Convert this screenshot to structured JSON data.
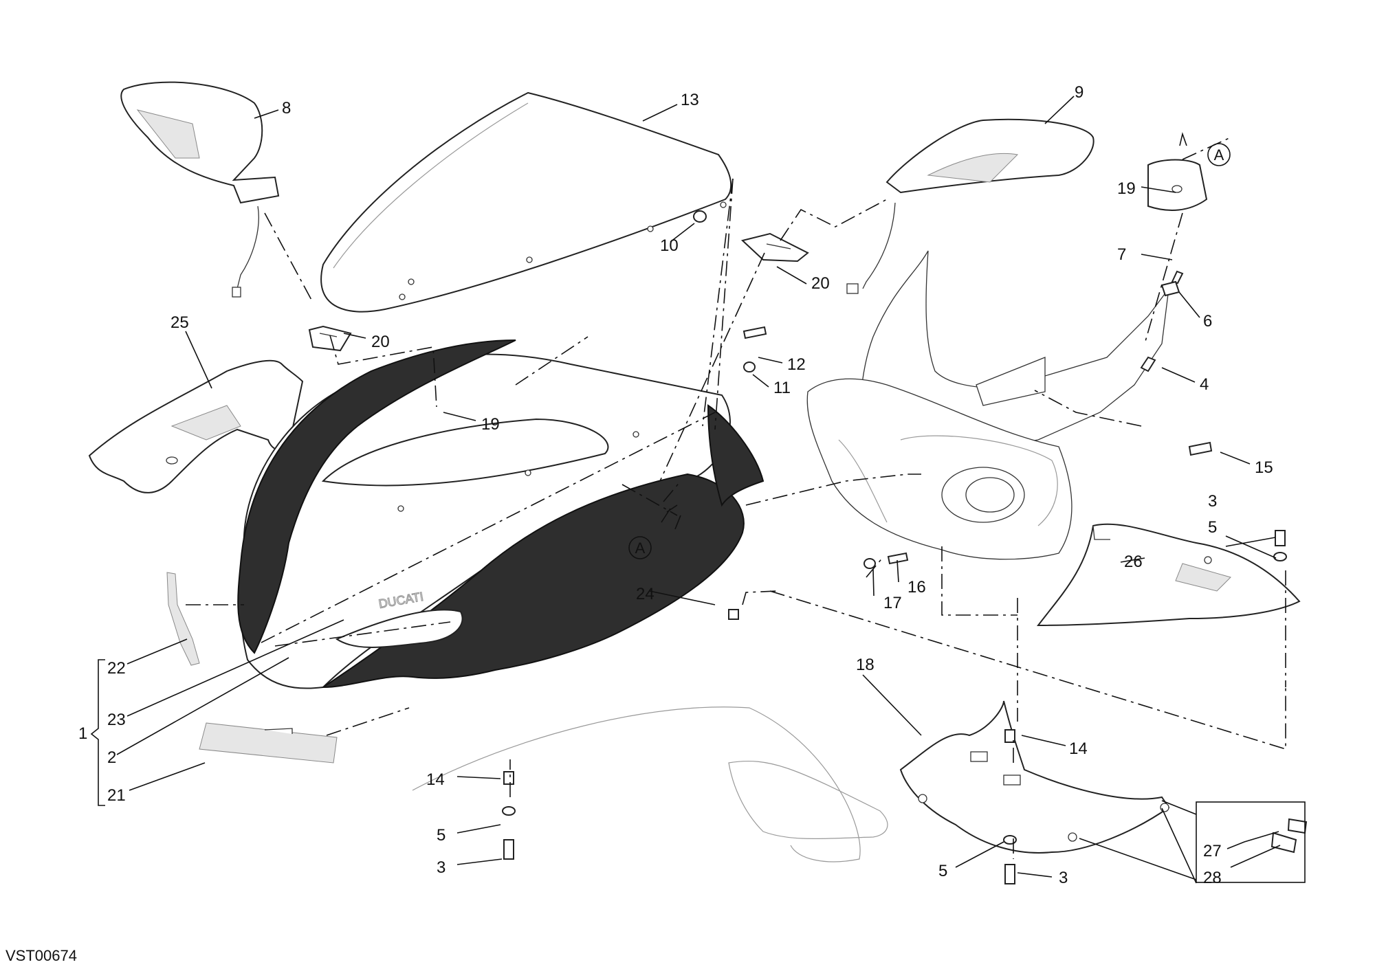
{
  "diagram_code": "VST00674",
  "ref_marker": "A",
  "callouts": {
    "c1": "1",
    "c2": "2",
    "c3a": "3",
    "c3b": "3",
    "c3c": "3",
    "c4": "4",
    "c5a": "5",
    "c5b": "5",
    "c5c": "5",
    "c6": "6",
    "c7": "7",
    "c8": "8",
    "c9": "9",
    "c10": "10",
    "c11": "11",
    "c12": "12",
    "c13": "13",
    "c14a": "14",
    "c14b": "14",
    "c15": "15",
    "c16": "16",
    "c17": "17",
    "c18": "18",
    "c19a": "19",
    "c19b": "19",
    "c20a": "20",
    "c20b": "20",
    "c21": "21",
    "c22": "22",
    "c23": "23",
    "c24": "24",
    "c25": "25",
    "c26": "26",
    "c27": "27",
    "c28": "28"
  },
  "fairing_logo": "DUCATI"
}
